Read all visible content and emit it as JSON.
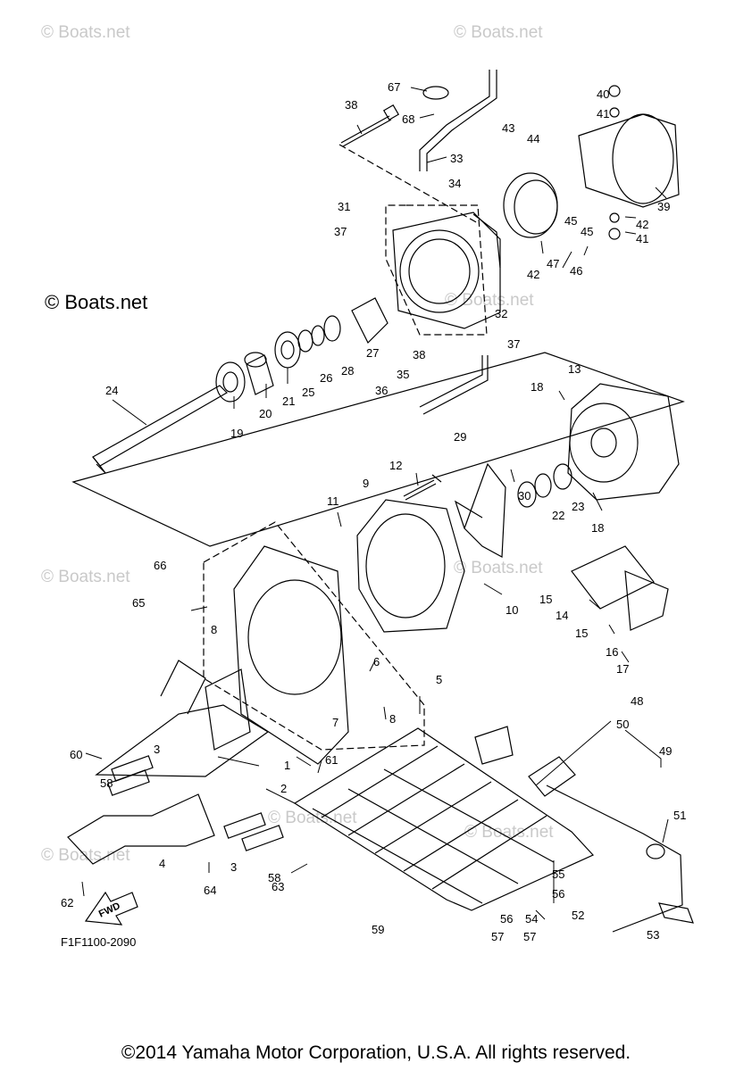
{
  "watermarks": {
    "top_left": "© Boats.net",
    "top_right": "© Boats.net",
    "left_main": "© Boats.net",
    "mid_center": "© Boats.net",
    "mid_left": "© Boats.net",
    "mid_right": "© Boats.net",
    "low_left": "© Boats.net",
    "low_center": "© Boats.net",
    "low_right": "© Boats.net"
  },
  "diagram_code": "F1F1100-2090",
  "copyright": "©2014 Yamaha Motor Corporation, U.S.A. All rights reserved.",
  "fwd_label": "FWD",
  "callouts": [
    "1",
    "2",
    "3",
    "3",
    "4",
    "5",
    "6",
    "7",
    "8",
    "8",
    "9",
    "10",
    "11",
    "12",
    "13",
    "14",
    "15",
    "15",
    "16",
    "17",
    "18",
    "18",
    "19",
    "20",
    "21",
    "22",
    "23",
    "24",
    "25",
    "26",
    "27",
    "28",
    "29",
    "30",
    "31",
    "32",
    "33",
    "34",
    "35",
    "36",
    "37",
    "37",
    "38",
    "38",
    "39",
    "40",
    "41",
    "41",
    "42",
    "42",
    "43",
    "44",
    "45",
    "45",
    "46",
    "47",
    "48",
    "49",
    "50",
    "51",
    "52",
    "53",
    "54",
    "55",
    "56",
    "56",
    "57",
    "57",
    "58",
    "58",
    "59",
    "60",
    "61",
    "62",
    "63",
    "64",
    "65",
    "66",
    "67",
    "68"
  ]
}
